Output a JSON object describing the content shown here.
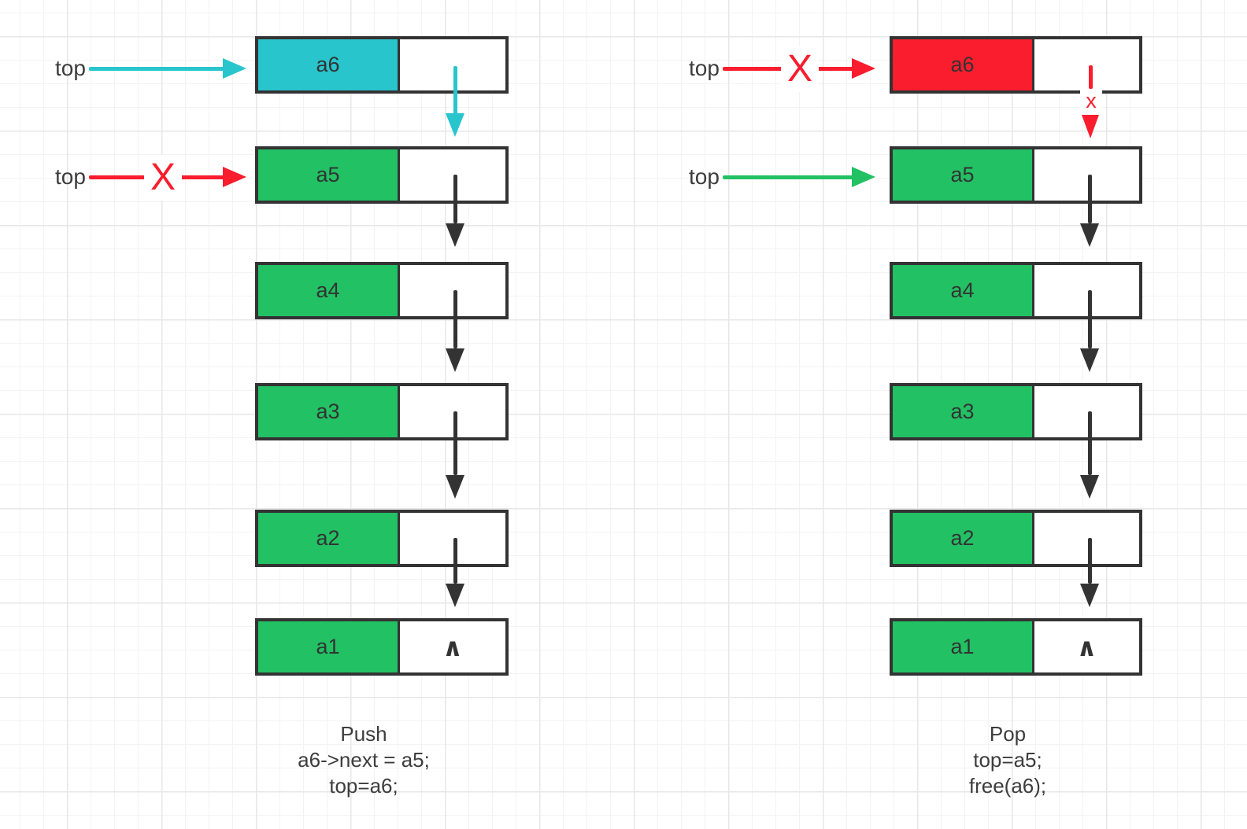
{
  "palette": {
    "cyan": "#28c5cd",
    "green": "#22c164",
    "red": "#f91d2e",
    "ink": "#333333",
    "text": "#3d3d3d"
  },
  "push": {
    "pointer_new": {
      "label": "top"
    },
    "pointer_old": {
      "label": "top",
      "cross": "X"
    },
    "nodes": [
      {
        "label": "a6"
      },
      {
        "label": "a5"
      },
      {
        "label": "a4"
      },
      {
        "label": "a3"
      },
      {
        "label": "a2"
      },
      {
        "label": "a1",
        "null_marker": "∧"
      }
    ],
    "caption": [
      "Push",
      "a6->next = a5;",
      "top=a6;"
    ]
  },
  "pop": {
    "pointer_old": {
      "label": "top",
      "cross": "X"
    },
    "pointer_new": {
      "label": "top"
    },
    "broken_link_mark": "x",
    "nodes": [
      {
        "label": "a6"
      },
      {
        "label": "a5"
      },
      {
        "label": "a4"
      },
      {
        "label": "a3"
      },
      {
        "label": "a2"
      },
      {
        "label": "a1",
        "null_marker": "∧"
      }
    ],
    "caption": [
      "Pop",
      "top=a5;",
      "free(a6);"
    ]
  }
}
